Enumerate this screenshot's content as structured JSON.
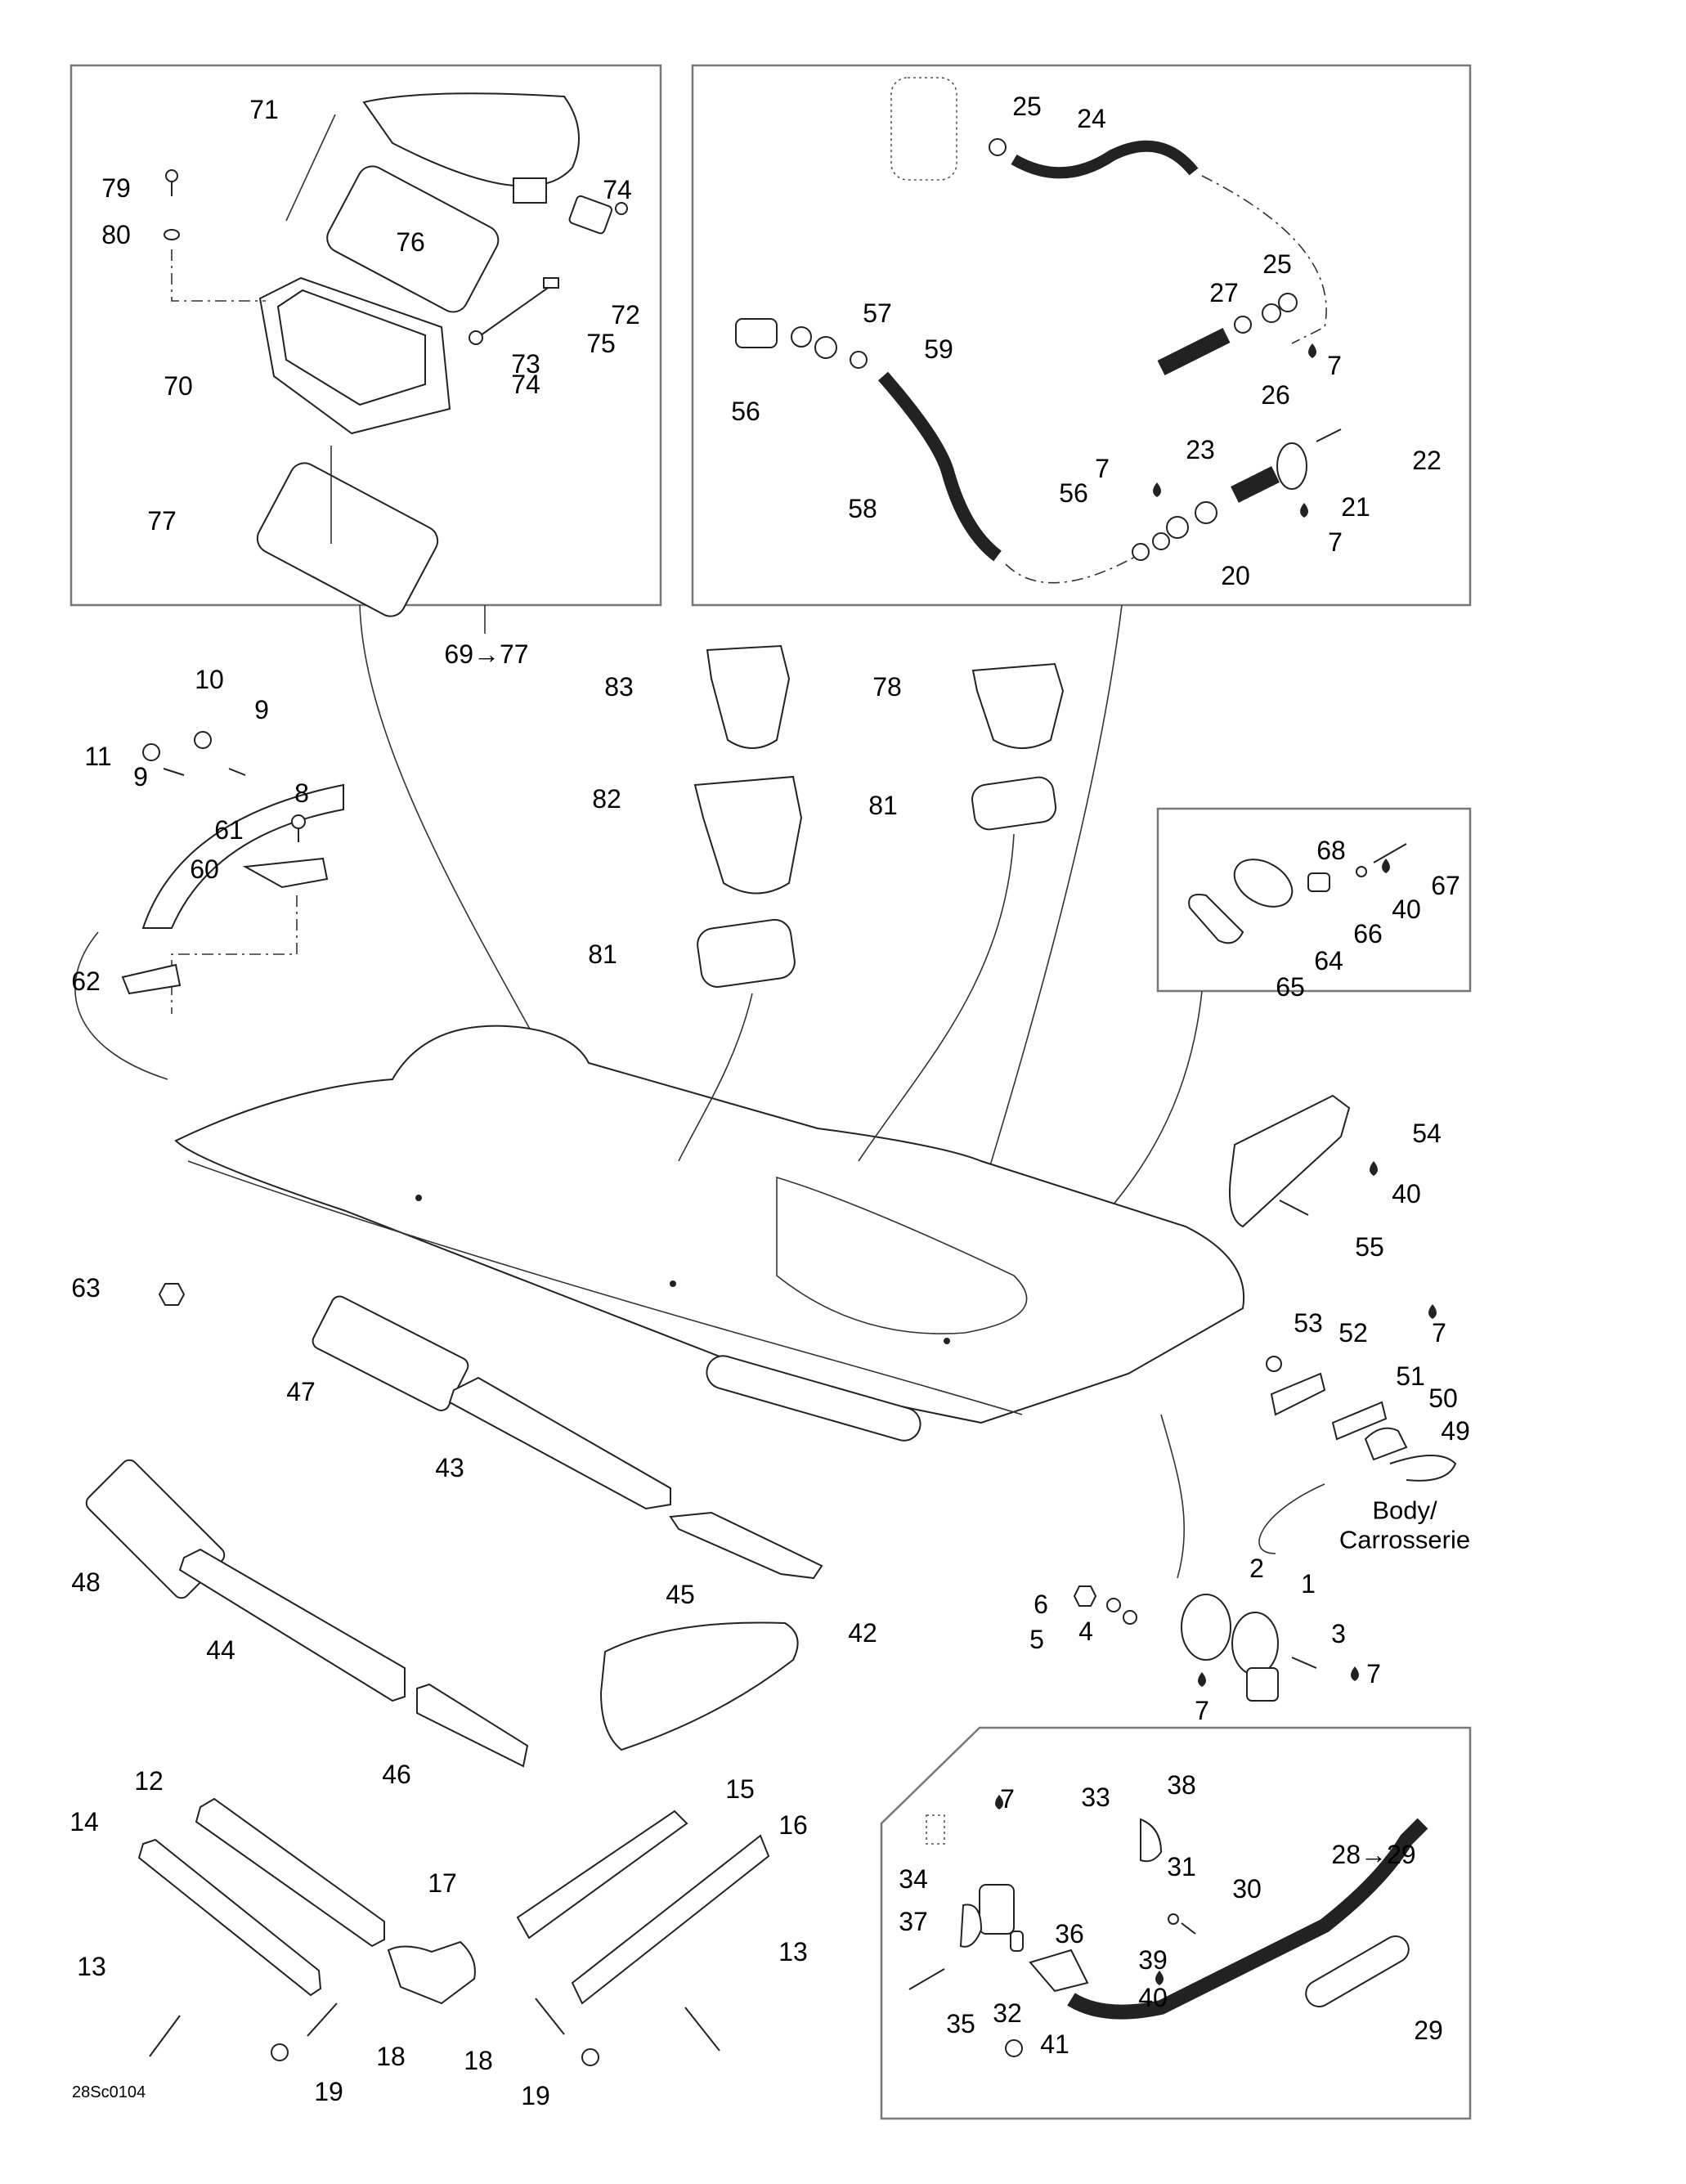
{
  "diagram": {
    "title": "Personal watercraft body parts exploded view",
    "figure_code": "28Sc0104",
    "body_label_line1": "Body/",
    "body_label_line2": "Carrosserie",
    "groups": {
      "storage_bin_range": "69→77",
      "bumper_range": "28→29"
    },
    "callouts": [
      {
        "id": "c71",
        "text": "71"
      },
      {
        "id": "c79",
        "text": "79"
      },
      {
        "id": "c80",
        "text": "80"
      },
      {
        "id": "c76",
        "text": "76"
      },
      {
        "id": "c74a",
        "text": "74"
      },
      {
        "id": "c72",
        "text": "72"
      },
      {
        "id": "c75",
        "text": "75"
      },
      {
        "id": "c73",
        "text": "73"
      },
      {
        "id": "c74b",
        "text": "74"
      },
      {
        "id": "c70",
        "text": "70"
      },
      {
        "id": "c77",
        "text": "77"
      },
      {
        "id": "c25a",
        "text": "25"
      },
      {
        "id": "c24",
        "text": "24"
      },
      {
        "id": "c25b",
        "text": "25"
      },
      {
        "id": "c27",
        "text": "27"
      },
      {
        "id": "c7a",
        "text": "7"
      },
      {
        "id": "c26",
        "text": "26"
      },
      {
        "id": "c57",
        "text": "57"
      },
      {
        "id": "c59",
        "text": "59"
      },
      {
        "id": "c56a",
        "text": "56"
      },
      {
        "id": "c22",
        "text": "22"
      },
      {
        "id": "c23",
        "text": "23"
      },
      {
        "id": "c7b",
        "text": "7"
      },
      {
        "id": "c21",
        "text": "21"
      },
      {
        "id": "c58",
        "text": "58"
      },
      {
        "id": "c56b",
        "text": "56"
      },
      {
        "id": "c7c",
        "text": "7"
      },
      {
        "id": "c20",
        "text": "20"
      },
      {
        "id": "c10",
        "text": "10"
      },
      {
        "id": "c9a",
        "text": "9"
      },
      {
        "id": "c11",
        "text": "11"
      },
      {
        "id": "c9b",
        "text": "9"
      },
      {
        "id": "c8",
        "text": "8"
      },
      {
        "id": "c61",
        "text": "61"
      },
      {
        "id": "c60",
        "text": "60"
      },
      {
        "id": "c62",
        "text": "62"
      },
      {
        "id": "c63",
        "text": "63"
      },
      {
        "id": "c83",
        "text": "83"
      },
      {
        "id": "c82",
        "text": "82"
      },
      {
        "id": "c81a",
        "text": "81"
      },
      {
        "id": "c78",
        "text": "78"
      },
      {
        "id": "c81b",
        "text": "81"
      },
      {
        "id": "c68",
        "text": "68"
      },
      {
        "id": "c67",
        "text": "67"
      },
      {
        "id": "c40a",
        "text": "40"
      },
      {
        "id": "c66",
        "text": "66"
      },
      {
        "id": "c64",
        "text": "64"
      },
      {
        "id": "c65",
        "text": "65"
      },
      {
        "id": "c54",
        "text": "54"
      },
      {
        "id": "c40b",
        "text": "40"
      },
      {
        "id": "c55",
        "text": "55"
      },
      {
        "id": "c53",
        "text": "53"
      },
      {
        "id": "c52",
        "text": "52"
      },
      {
        "id": "c7d",
        "text": "7"
      },
      {
        "id": "c51",
        "text": "51"
      },
      {
        "id": "c50",
        "text": "50"
      },
      {
        "id": "c49",
        "text": "49"
      },
      {
        "id": "c47",
        "text": "47"
      },
      {
        "id": "c43",
        "text": "43"
      },
      {
        "id": "c48",
        "text": "48"
      },
      {
        "id": "c45",
        "text": "45"
      },
      {
        "id": "c44",
        "text": "44"
      },
      {
        "id": "c42",
        "text": "42"
      },
      {
        "id": "c46",
        "text": "46"
      },
      {
        "id": "c6",
        "text": "6"
      },
      {
        "id": "c5",
        "text": "5"
      },
      {
        "id": "c4",
        "text": "4"
      },
      {
        "id": "c2",
        "text": "2"
      },
      {
        "id": "c1",
        "text": "1"
      },
      {
        "id": "c3",
        "text": "3"
      },
      {
        "id": "c7e",
        "text": "7"
      },
      {
        "id": "c7f",
        "text": "7"
      },
      {
        "id": "c12",
        "text": "12"
      },
      {
        "id": "c14",
        "text": "14"
      },
      {
        "id": "c15",
        "text": "15"
      },
      {
        "id": "c16",
        "text": "16"
      },
      {
        "id": "c17",
        "text": "17"
      },
      {
        "id": "c13a",
        "text": "13"
      },
      {
        "id": "c13b",
        "text": "13"
      },
      {
        "id": "c18a",
        "text": "18"
      },
      {
        "id": "c18b",
        "text": "18"
      },
      {
        "id": "c19a",
        "text": "19"
      },
      {
        "id": "c19b",
        "text": "19"
      },
      {
        "id": "c7g",
        "text": "7"
      },
      {
        "id": "c33",
        "text": "33"
      },
      {
        "id": "c38",
        "text": "38"
      },
      {
        "id": "c31",
        "text": "31"
      },
      {
        "id": "c30",
        "text": "30"
      },
      {
        "id": "c34",
        "text": "34"
      },
      {
        "id": "c37",
        "text": "37"
      },
      {
        "id": "c36",
        "text": "36"
      },
      {
        "id": "c39",
        "text": "39"
      },
      {
        "id": "c40c",
        "text": "40"
      },
      {
        "id": "c32",
        "text": "32"
      },
      {
        "id": "c35",
        "text": "35"
      },
      {
        "id": "c41",
        "text": "41"
      },
      {
        "id": "c29",
        "text": "29"
      }
    ]
  }
}
